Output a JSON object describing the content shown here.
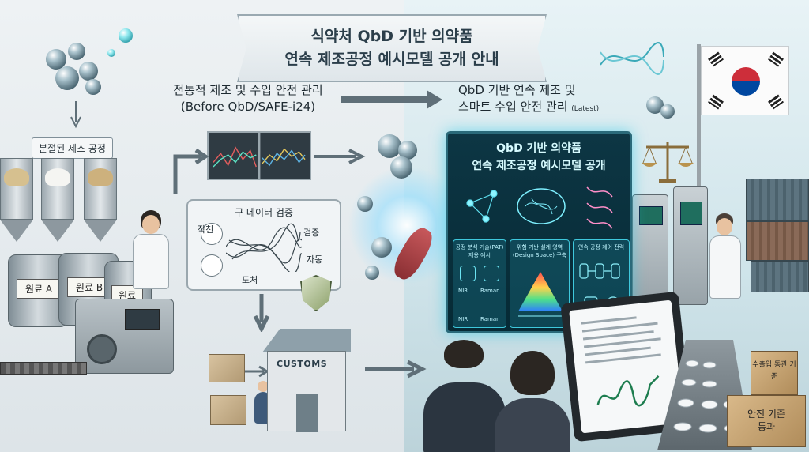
{
  "banner": {
    "line1": "식약처 QbD 기반 의약품",
    "line2": "연속 제조공정 예시모델 공개 안내"
  },
  "left": {
    "title_line1": "전통적 제조 및 수입 안전 관리",
    "title_line2": "(Before QbD/SAFE-i24)",
    "fragmented_label": "분절된 제조 공정",
    "drum_a": "원료 A",
    "drum_b": "원료 B",
    "drum_c": "원료",
    "verify": {
      "title": "구 데이터 검증",
      "labels": [
        "작천",
        "검증",
        "자동",
        "도처"
      ]
    },
    "customs_sign": "CUSTOMS"
  },
  "right": {
    "title_line1": "QbD 기반 연속 제조 및",
    "title_line2": "스마트 수입 안전 관리",
    "title_suffix": "(Latest)",
    "screen": {
      "line1": "QbD 기반 의약품",
      "line2": "연속 제조공정 예시모델 공개",
      "panel1_line1": "공정 분석 기술(PAT)",
      "panel1_line2": "제용 예시",
      "panel1_tag1": "NIR",
      "panel1_tag2": "Raman",
      "panel1_tag3": "NIR",
      "panel1_tag4": "Raman",
      "panel2_line1": "위험 기반 설계 영역",
      "panel2_line2": "(Design Space) 구축",
      "panel3_line1": "연속 공정 제어 전력"
    },
    "crate_line1": "안전 기준",
    "crate_line2": "통과",
    "crate_small": "수출입 통관 기준"
  },
  "colors": {
    "screen_bg": "#062a35",
    "screen_glow": "#3fc8dc",
    "flag_red": "#cd2e3a",
    "flag_blue": "#0047a0"
  }
}
